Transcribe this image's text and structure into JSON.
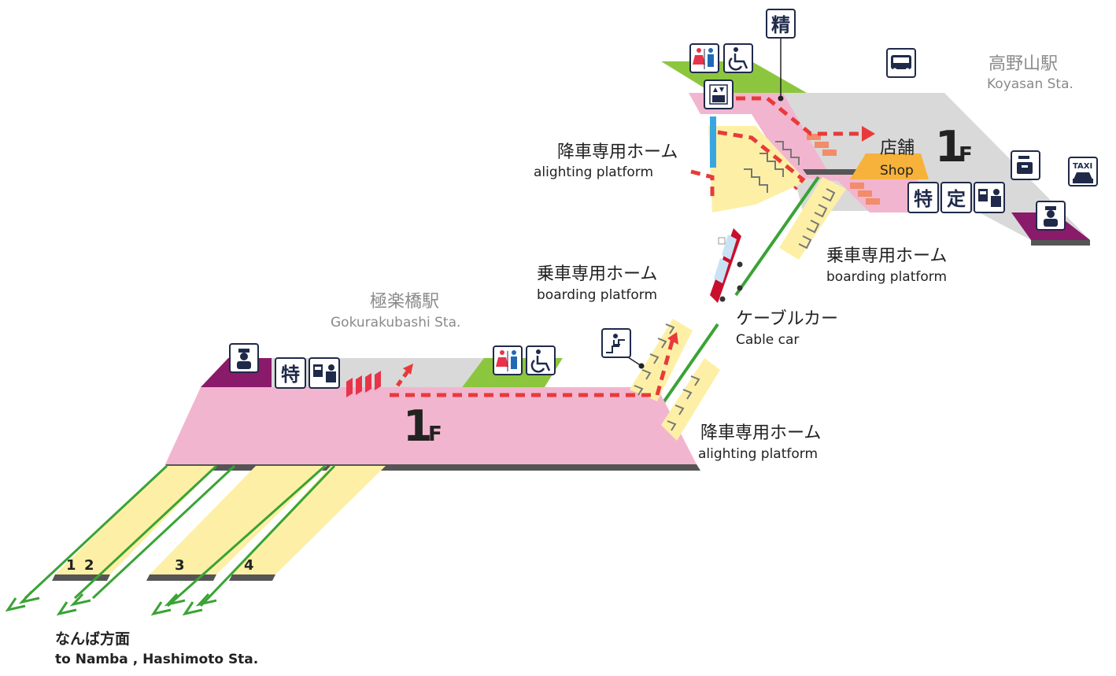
{
  "koyasan": {
    "station_jp": "高野山駅",
    "station_en": "Koyasan Sta.",
    "floor_number": "1",
    "floor_unit": "F",
    "shop_jp": "店舗",
    "shop_en": "Shop",
    "alighting_jp": "降車専用ホーム",
    "alighting_en": "alighting platform",
    "boarding_jp": "乗車専用ホーム",
    "boarding_en": "boarding platform",
    "fare_adjust_icon": "精",
    "ticket_special_icon": "特",
    "ticket_reserved_icon": "定"
  },
  "cablecar": {
    "label_jp": "ケーブルカー",
    "label_en": "Cable car"
  },
  "gokurakubashi": {
    "station_jp": "極楽橋駅",
    "station_en": "Gokurakubashi Sta.",
    "floor_number": "1",
    "floor_unit": "F",
    "boarding_jp": "乗車専用ホーム",
    "boarding_en": "boarding platform",
    "alighting_jp": "降車専用ホーム",
    "alighting_en": "alighting platform",
    "ticket_special_icon": "特"
  },
  "tracks": [
    {
      "label": "1"
    },
    {
      "label": "2"
    },
    {
      "label": "3"
    },
    {
      "label": "4"
    }
  ],
  "destination": {
    "jp": "なんば方面",
    "en": "to Namba , Hashimoto Sta."
  },
  "icons": [
    "restroom-icon",
    "wheelchair-icon",
    "elevator-icon",
    "bus-icon",
    "taxi-icon",
    "locker-icon",
    "station-staff-icon",
    "ticket-machine-icon",
    "stair-lift-icon"
  ],
  "colors": {
    "platform_pink": "#f2b5cf",
    "floor_gray": "#d9d9d9",
    "restroom_green": "#8cc63f",
    "staff_purple": "#8a1a6a",
    "track_yellow": "#fdf0a6",
    "route_red": "#e83a3a",
    "rail_green": "#3aa335",
    "shop_orange": "#f6b23a"
  }
}
